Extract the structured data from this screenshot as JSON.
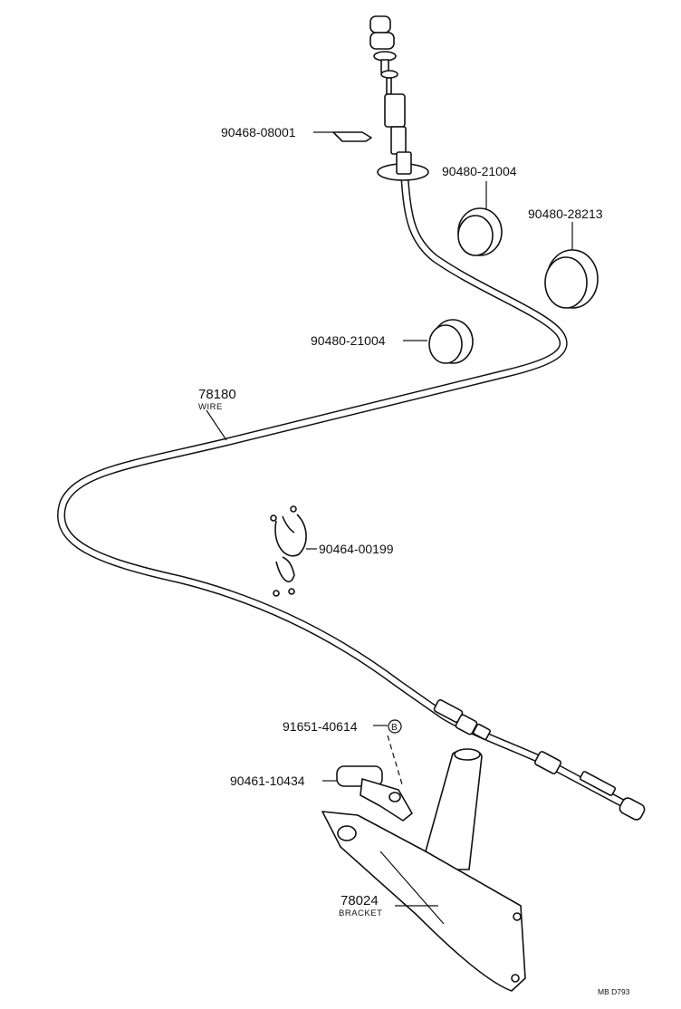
{
  "parts": {
    "clip_top": "90468-08001",
    "grommet_a": "90480-21004",
    "grommet_b": "90480-28213",
    "grommet_c": "90480-21004",
    "wire_number": "78180",
    "wire_name": "WIRE",
    "clamp": "90464-00199",
    "bolt": "91651-40614",
    "bolt_marker": "B",
    "pin": "90461-10434",
    "bracket_number": "78024",
    "bracket_name": "BRACKET"
  },
  "diagram_code": "MB D793"
}
